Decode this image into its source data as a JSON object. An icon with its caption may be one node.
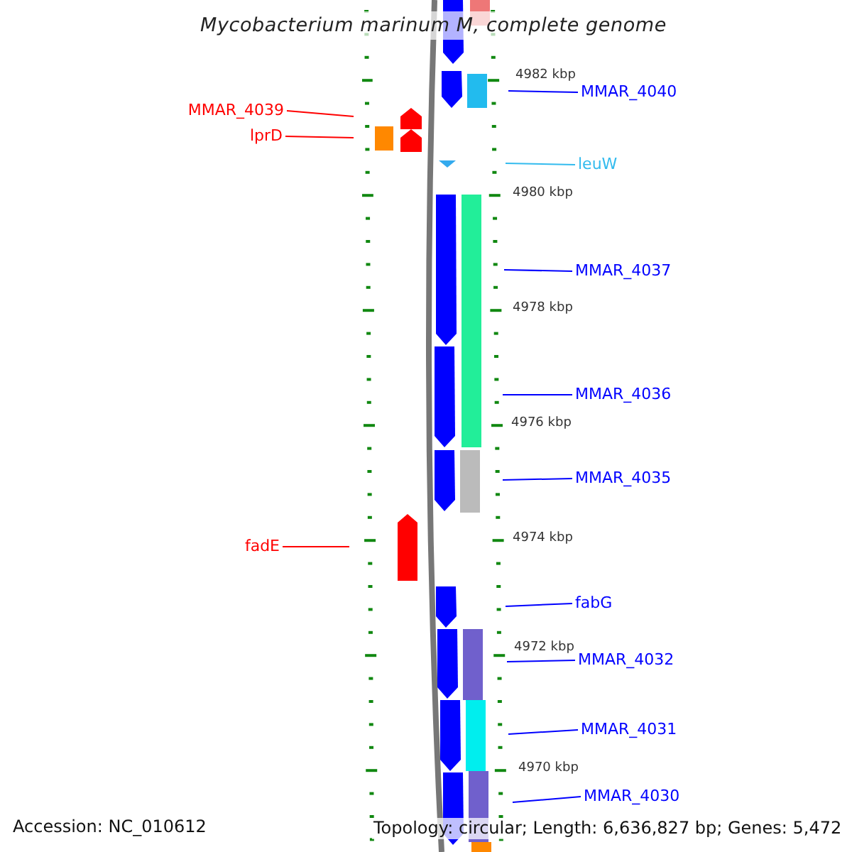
{
  "diagram": {
    "title": "Mycobacterium marinum M, complete genome",
    "nodes": [
      {
        "text": [
          "MMAR_4040"
        ]
      },
      {
        "text": [
          "MMAR_4039"
        ]
      },
      {
        "text": [
          "lprD"
        ]
      },
      {
        "text": [
          "leuW"
        ]
      },
      {
        "text": [
          "MMAR_4037"
        ]
      },
      {
        "text": [
          "MMAR_4036"
        ]
      },
      {
        "text": [
          "MMAR_4035"
        ]
      },
      {
        "text": [
          "fadE"
        ]
      },
      {
        "text": [
          "fabG"
        ]
      },
      {
        "text": [
          "MMAR_4032"
        ]
      },
      {
        "text": [
          "MMAR_4031"
        ]
      },
      {
        "text": [
          "MMAR_4030"
        ]
      }
    ],
    "edges": [
      {
        "from": 0,
        "to": null,
        "arrow": "none"
      },
      {
        "from": 1,
        "to": null,
        "arrow": "none",
        "color": "#ff0000"
      },
      {
        "from": 2,
        "to": null,
        "arrow": "none",
        "color": "#ff0000"
      },
      {
        "from": 3,
        "to": null,
        "arrow": "none",
        "color": "#33bbee"
      },
      {
        "from": 4,
        "to": null,
        "arrow": "none"
      },
      {
        "from": 5,
        "to": null,
        "arrow": "none"
      },
      {
        "from": 6,
        "to": null,
        "arrow": "none"
      },
      {
        "from": 7,
        "to": null,
        "arrow": "none",
        "color": "#ff0000"
      },
      {
        "from": 8,
        "to": null,
        "arrow": "none"
      },
      {
        "from": 9,
        "to": null,
        "arrow": "none"
      },
      {
        "from": 10,
        "to": null,
        "arrow": "none"
      },
      {
        "from": 11,
        "to": null,
        "arrow": "none"
      }
    ],
    "labels": [
      "4982 kbp",
      "4980 kbp",
      "4978 kbp",
      "4976 kbp",
      "4974 kbp",
      "4972 kbp",
      "4970 kbp",
      "Accession: NC_010612",
      "Topology: circular; Length: 6,636,827 bp; Genes: 5,472"
    ]
  }
}
